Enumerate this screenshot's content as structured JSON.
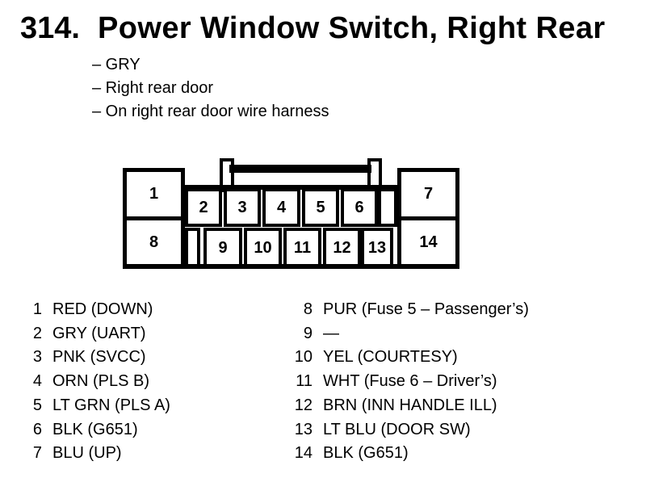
{
  "colors": {
    "ink": "#000000",
    "paper": "#ffffff"
  },
  "header": {
    "number": "314.",
    "title": "Power Window Switch, Right Rear",
    "bullets": [
      "– GRY",
      "– Right rear door",
      "– On right rear door wire harness"
    ]
  },
  "connector": {
    "description": "14-pin connector face view with top latch",
    "pins": [
      "1",
      "2",
      "3",
      "4",
      "5",
      "6",
      "7",
      "8",
      "9",
      "10",
      "11",
      "12",
      "13",
      "14"
    ]
  },
  "legend": {
    "left": [
      {
        "num": "1",
        "label": "RED (DOWN)"
      },
      {
        "num": "2",
        "label": "GRY (UART)"
      },
      {
        "num": "3",
        "label": "PNK (SVCC)"
      },
      {
        "num": "4",
        "label": "ORN (PLS B)"
      },
      {
        "num": "5",
        "label": "LT GRN (PLS A)"
      },
      {
        "num": "6",
        "label": "BLK (G651)"
      },
      {
        "num": "7",
        "label": "BLU (UP)"
      }
    ],
    "right": [
      {
        "num": "8",
        "label": "PUR (Fuse 5 – Passenger’s)"
      },
      {
        "num": "9",
        "label": "—"
      },
      {
        "num": "10",
        "label": "YEL (COURTESY)"
      },
      {
        "num": "11",
        "label": "WHT (Fuse 6 – Driver’s)"
      },
      {
        "num": "12",
        "label": "BRN (INN HANDLE ILL)"
      },
      {
        "num": "13",
        "label": "LT BLU (DOOR SW)"
      },
      {
        "num": "14",
        "label": "BLK (G651)"
      }
    ]
  }
}
